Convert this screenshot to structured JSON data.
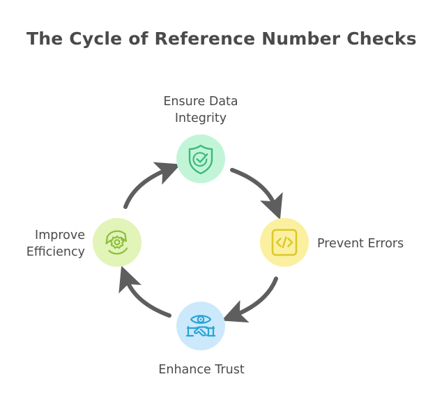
{
  "page": {
    "background_color": "#ffffff",
    "title": "The Cycle of Reference Number Checks",
    "title_color": "#4a4a4a"
  },
  "diagram": {
    "type": "cycle",
    "direction": "clockwise",
    "arrow_color": "#5e5e5e",
    "nodes": [
      {
        "id": "ensure-data-integrity",
        "position": "top",
        "label": "Ensure Data\nIntegrity",
        "icon": "shield-check-icon",
        "bubble_color": "#c2f5d8",
        "icon_color": "#3db97a"
      },
      {
        "id": "prevent-errors",
        "position": "right",
        "label": "Prevent Errors",
        "icon": "code-brackets-icon",
        "bubble_color": "#faf0a0",
        "icon_color": "#ddc82a"
      },
      {
        "id": "enhance-trust",
        "position": "bottom",
        "label": "Enhance Trust",
        "icon": "eye-handshake-icon",
        "bubble_color": "#cbe9fb",
        "icon_color": "#29a3d8"
      },
      {
        "id": "improve-efficiency",
        "position": "left",
        "label": "Improve\nEfficiency",
        "icon": "gear-refresh-icon",
        "bubble_color": "#e2f4b8",
        "icon_color": "#8cbf3f"
      }
    ],
    "arrows": [
      {
        "from": "ensure-data-integrity",
        "to": "prevent-errors"
      },
      {
        "from": "prevent-errors",
        "to": "enhance-trust"
      },
      {
        "from": "enhance-trust",
        "to": "improve-efficiency"
      },
      {
        "from": "improve-efficiency",
        "to": "ensure-data-integrity"
      }
    ]
  }
}
